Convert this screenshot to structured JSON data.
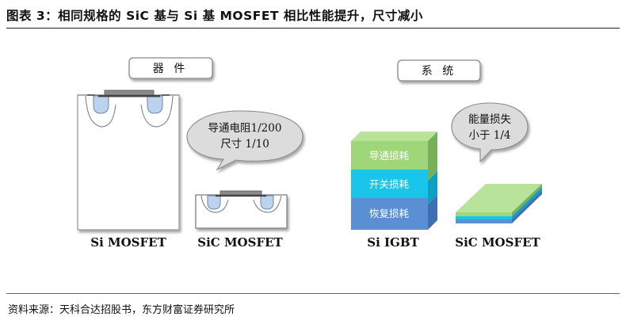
{
  "title": "图表 3：相同规格的 SiC 基与 Si 基 MOSFET 相比性能提升，尺寸减小",
  "device_header": "器 件",
  "system_header": "系 统",
  "device_bubble": {
    "line1": "导通电阻1/200",
    "line2": "尺寸 1/10"
  },
  "system_bubble": {
    "line1": "能量损失",
    "line2": "小于 1/4"
  },
  "labels": {
    "si_mosfet": "Si MOSFET",
    "sic_mosfet_device": "SiC MOSFET",
    "si_igbt": "Si IGBT",
    "sic_mosfet_system": "SiC MOSFET"
  },
  "igbt_layers": {
    "top": "导通损耗",
    "mid": "开关损耗",
    "bottom": "恢复损耗"
  },
  "colors": {
    "green": "#9fd67a",
    "cyan": "#19c6ea",
    "blue": "#5b8fd4",
    "well": "#bcd3ee",
    "bubble": "#dcdcdc",
    "metal": "#8a8a8a"
  },
  "source": "资料来源：天科合达招股书，东方财富证券研究所"
}
